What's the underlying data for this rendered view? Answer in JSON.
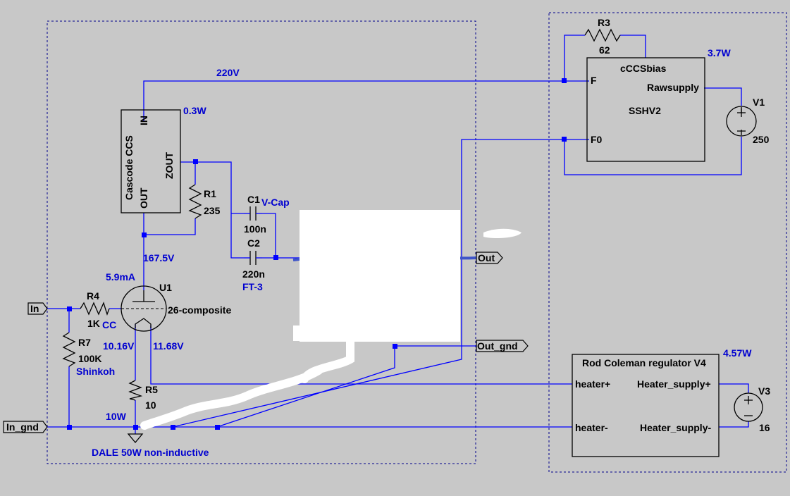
{
  "components": {
    "r3": {
      "ref": "R3",
      "value": "62"
    },
    "r1": {
      "ref": "R1",
      "value": "235"
    },
    "r4": {
      "ref": "R4",
      "value": "1K",
      "note": "CC"
    },
    "r7": {
      "ref": "R7",
      "value": "100K",
      "note": "Shinkoh"
    },
    "r5": {
      "ref": "R5",
      "value": "10",
      "note": "10W"
    },
    "c1": {
      "ref": "C1",
      "value": "100n",
      "note": "V-Cap"
    },
    "c2": {
      "ref": "C2",
      "value": "220n",
      "note": "FT-3"
    },
    "u1": {
      "ref": "U1",
      "value": "26-composite"
    },
    "v1": {
      "ref": "V1",
      "value": "250"
    },
    "v3": {
      "ref": "V3",
      "value": "16"
    },
    "ccs": {
      "title": "Cascode CCS",
      "pin_in": "IN",
      "pin_out": "OUT",
      "pin_zout": "ZOUT",
      "power": "0.3W"
    },
    "sshv2": {
      "name": "SSHV2",
      "ref": "cCCSbias",
      "pin_f": "F",
      "pin_f0": "F0",
      "pin_raw": "Rawsupply",
      "power": "3.7W"
    },
    "reg": {
      "title": "Rod Coleman regulator V4",
      "pin_hplus": "heater+",
      "pin_hminus": "heater-",
      "pin_splus": "Heater_supply+",
      "pin_sminus": "Heater_supply-",
      "power": "4.57W"
    }
  },
  "nets": {
    "v220": "220V",
    "v167": "167.5V",
    "i59": "5.9mA",
    "v1016": "10.16V",
    "v1168": "11.68V"
  },
  "ports": {
    "in": "In",
    "in_gnd": "In_gnd",
    "out": "Out",
    "out_gnd": "Out_gnd"
  },
  "notes": {
    "dale": "DALE 50W non-inductive"
  }
}
